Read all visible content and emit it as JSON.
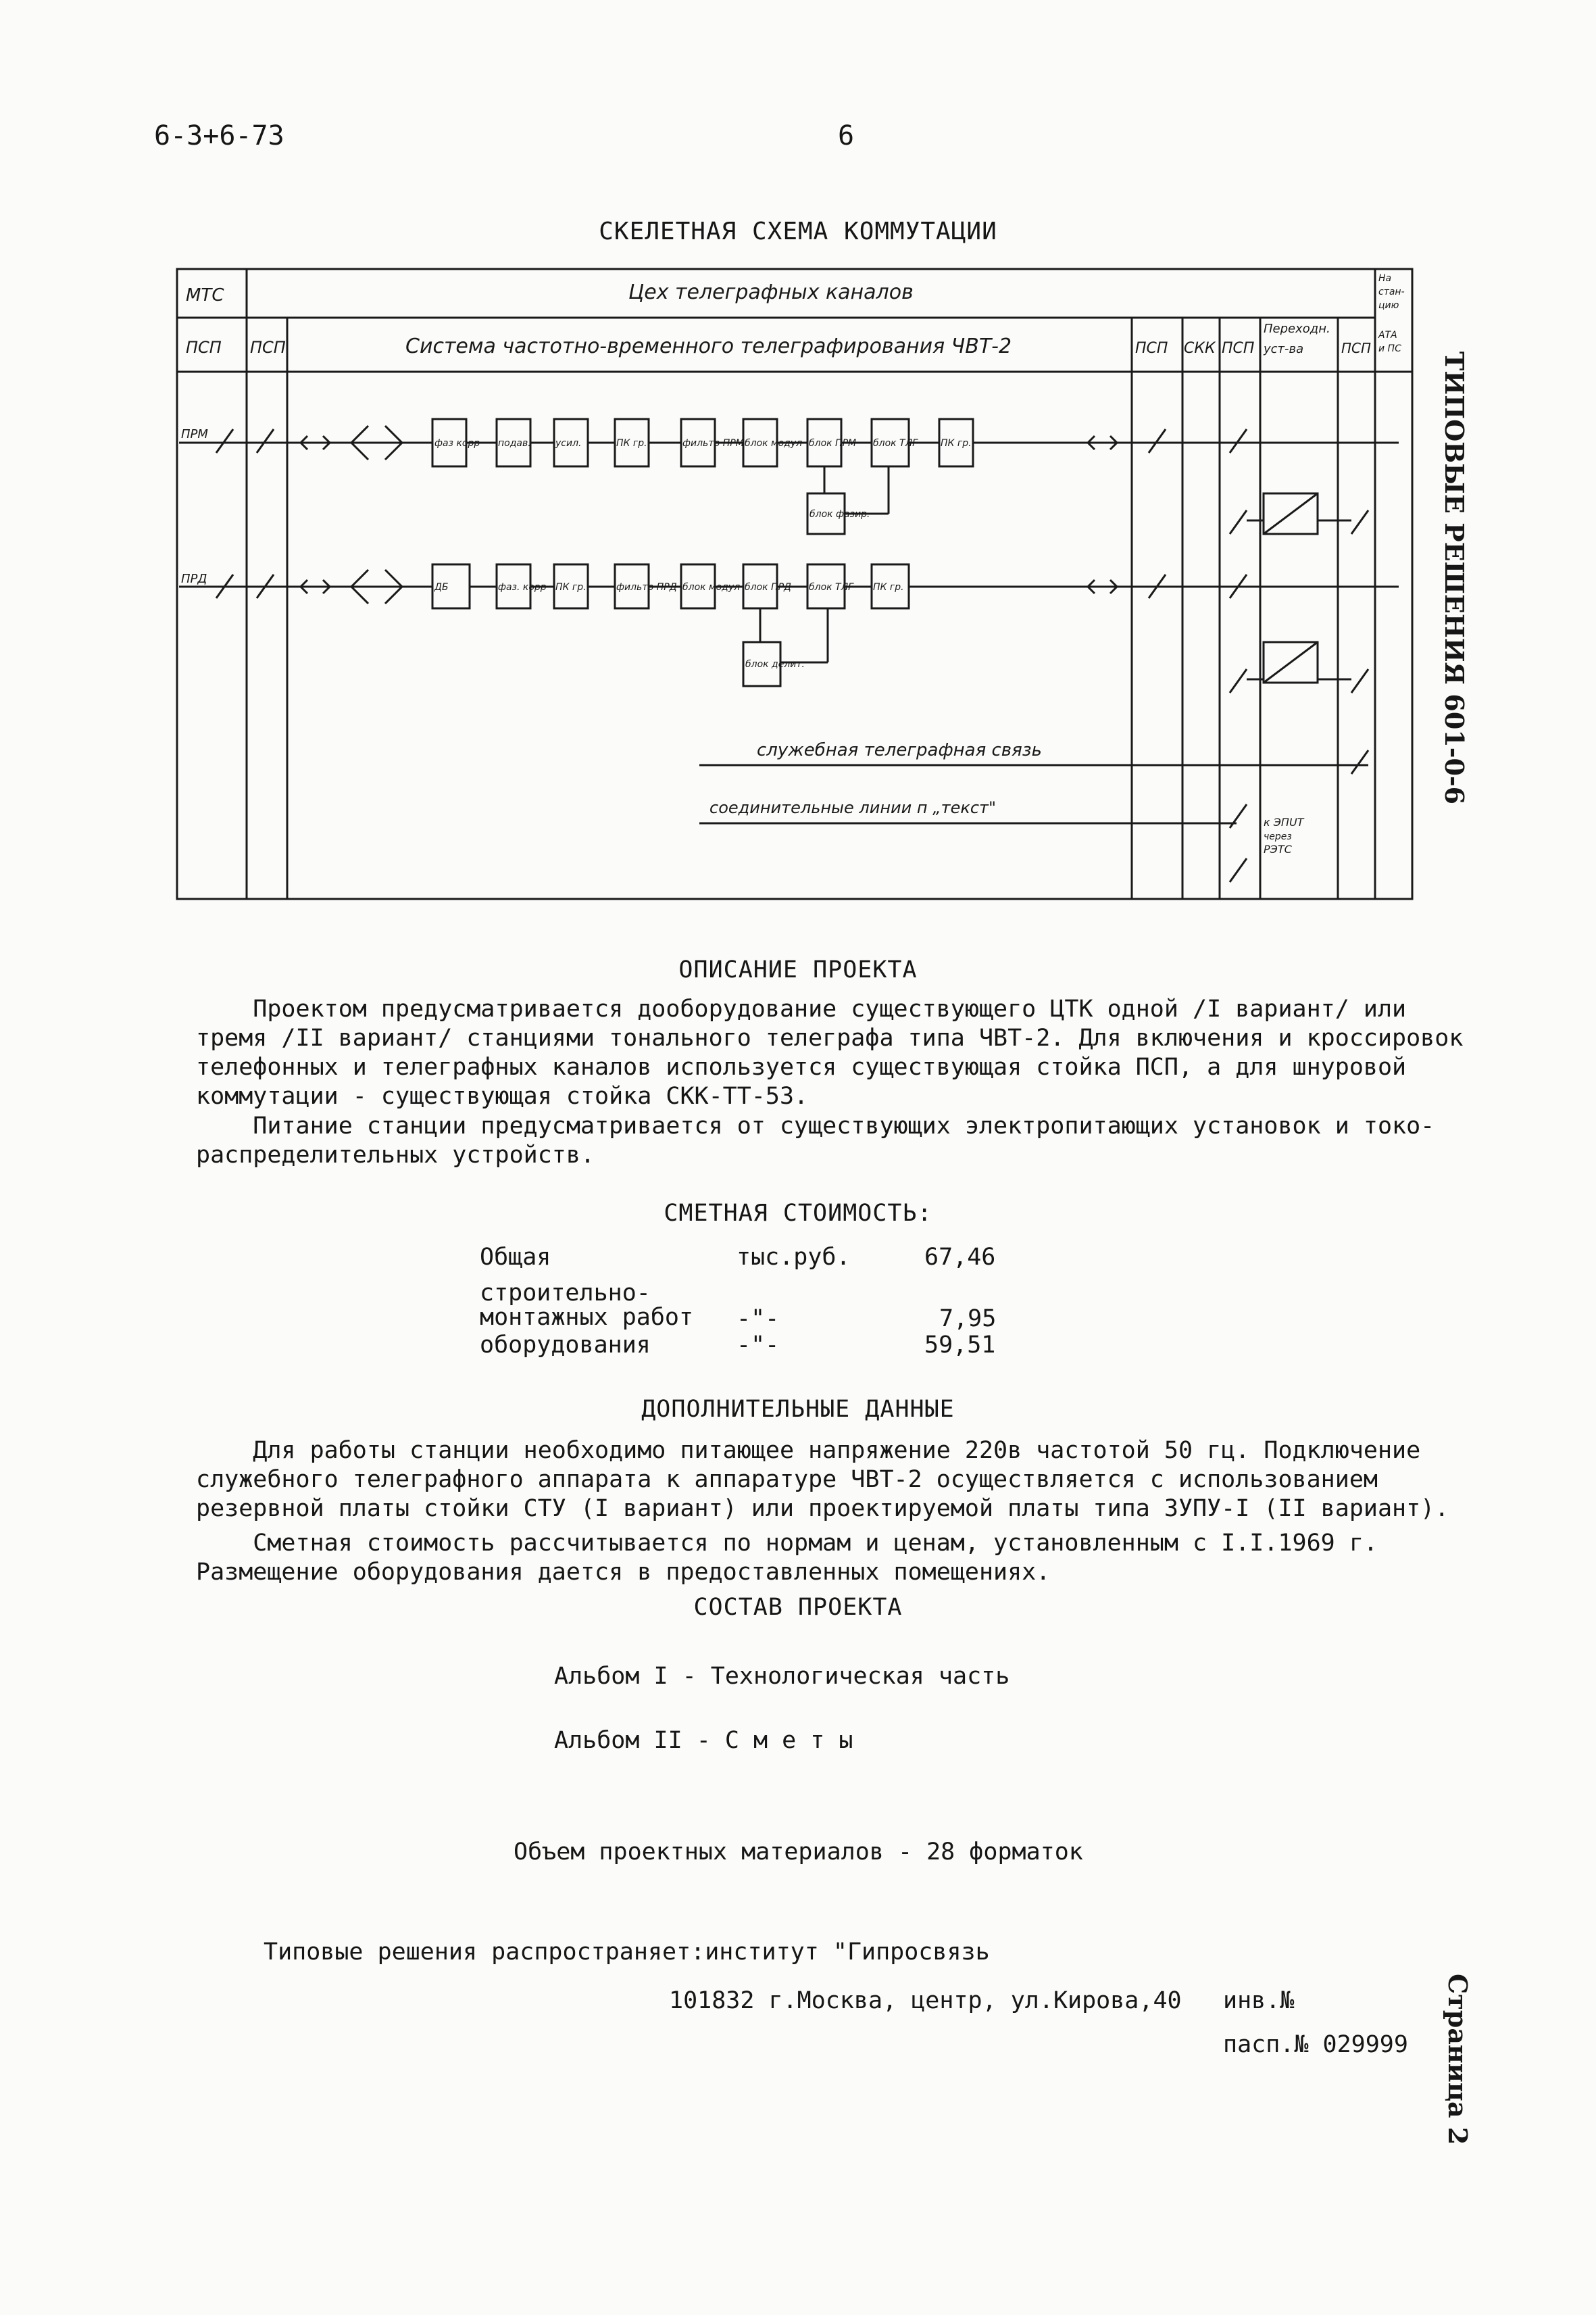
{
  "header": {
    "doc_code": "6-3+6-73",
    "page_number": "6"
  },
  "side_labels": {
    "series": "ТИПОВЫЕ РЕШЕНИЯ 601-0-6",
    "page": "Страница 2"
  },
  "diagram": {
    "title": "СКЕЛЕТНАЯ СХЕМА КОММУТАЦИИ",
    "col_mtc": "МТС",
    "col_shop": "Цех телеграфных каналов",
    "col_na_st": [
      "На",
      "стан-",
      "цию",
      "АТА",
      "и ПС"
    ],
    "row2": [
      "ПСП",
      "ПСП",
      "Система частотно-временного телеграфирования ЧВТ-2",
      "ПСП",
      "СКК",
      "ПСП",
      "ПСП"
    ],
    "perekh": [
      "Переходн.",
      "уст-ва"
    ],
    "prm_label": "ПРМ",
    "prd_label": "ПРД",
    "prm_blocks": [
      "фаз корр",
      "подав.",
      "усил.",
      "ПК гр.",
      "фильтр ПРМ",
      "блок модул",
      "блок ПРМ",
      "блок ТЛГ",
      "ПК гр."
    ],
    "prm_sub": "блок фазир.",
    "prd_blocks": [
      "ДБ",
      "фаз. корр",
      "ПК гр.",
      "фильтр ПРД",
      "блок модул",
      "блок ПРД",
      "блок ТЛГ",
      "ПК гр."
    ],
    "prd_sub": "блок делит.",
    "service_line": "служебная телеграфная связь",
    "connecting_line": "соединительные линии п „текст\"",
    "ezput": [
      "к ЭПUТ",
      "через",
      "РЭТС"
    ]
  },
  "description": {
    "title": "ОПИСАНИЕ ПРОЕКТА",
    "p1": "    Проектом предусматривается дооборудование существующего ЦТК одной /I вариант/ или\nтремя /II вариант/ станциями тонального телеграфа типа ЧВТ-2. Для включения и кроссировок\nтелефонных и телеграфных каналов используется существующая стойка ПСП, а для шнуровой\nкоммутации - существующая стойка СКК-ТТ-53.",
    "p2": "    Питание станции предусматривается от существующих электропитающих установок и токо-\nраспределительных устройств."
  },
  "cost": {
    "title": "СМЕТНАЯ СТОИМОСТЬ:",
    "rows": [
      {
        "label": "Общая",
        "unit": "тыс.руб.",
        "value": "67,46"
      },
      {
        "label": "строительно-\nмонтажных работ",
        "unit": "-\"-",
        "value": "7,95"
      },
      {
        "label": "оборудования",
        "unit": "-\"-",
        "value": "59,51"
      }
    ]
  },
  "additional": {
    "title": "ДОПОЛНИТЕЛЬНЫЕ ДАННЫЕ",
    "p1": "    Для работы станции необходимо питающее напряжение 220в частотой 50 гц. Подключение\nслужебного телеграфного аппарата к аппаратуре ЧВТ-2 осуществляется с использованием\nрезервной платы стойки СТУ (I вариант) или проектируемой платы типа ЗУПУ-I (II вариант).",
    "p2": "    Сметная стоимость рассчитывается по нормам и ценам, установленным с I.I.1969 г.\nРазмещение оборудования дается в предоставленных помещениях."
  },
  "composition": {
    "title": "СОСТАВ ПРОЕКТА",
    "album1": "Альбом I - Технологическая часть",
    "album2": "Альбом II - С м е т ы",
    "volume": "Объем проектных материалов - 28 форматок"
  },
  "footer": {
    "distributor": "Типовые решения распространяет:институт \"Гипросвязь",
    "address": "101832 г.Москва, центр, ул.Кирова,40",
    "inv": "инв.№",
    "pasp": "пасп.№ 029999"
  }
}
